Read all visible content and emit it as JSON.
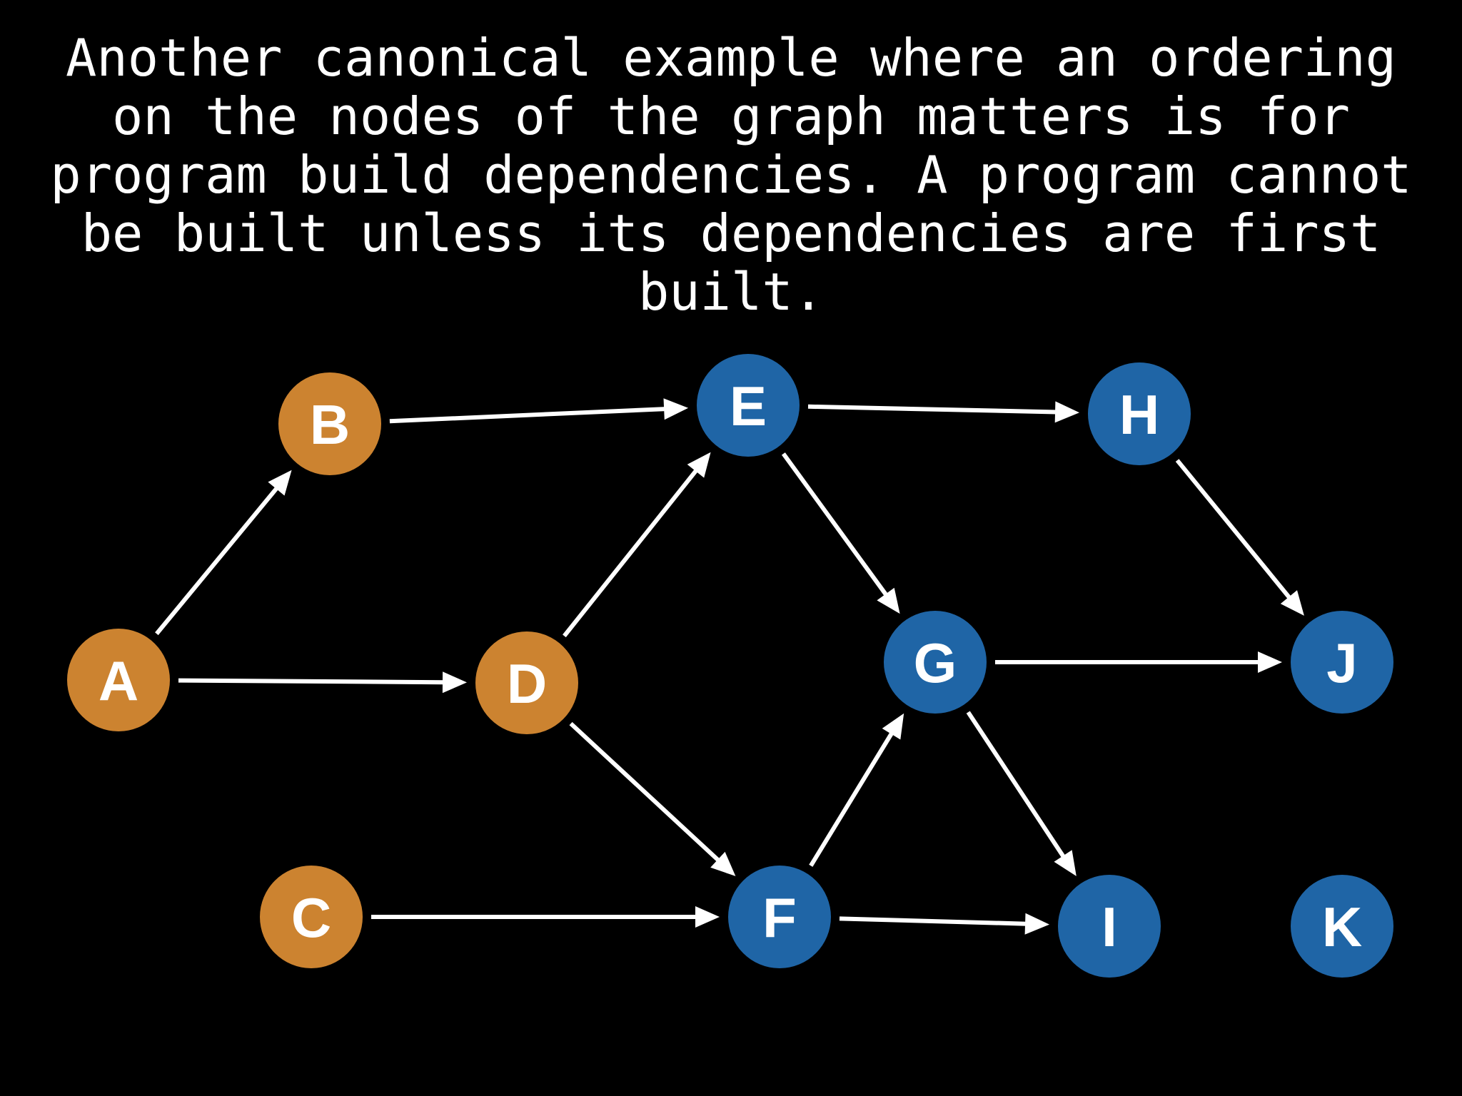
{
  "slide": {
    "caption": "Another canonical example where an ordering on the nodes of the graph matters is for program build dependencies. A program cannot be built unless its dependencies are first built."
  },
  "graph": {
    "colors": {
      "source": "#cc8330",
      "other": "#1f65a6",
      "edge": "#ffffff"
    },
    "nodes": [
      {
        "id": "A",
        "label": "A",
        "group": "source"
      },
      {
        "id": "B",
        "label": "B",
        "group": "source"
      },
      {
        "id": "C",
        "label": "C",
        "group": "source"
      },
      {
        "id": "D",
        "label": "D",
        "group": "source"
      },
      {
        "id": "E",
        "label": "E",
        "group": "other"
      },
      {
        "id": "F",
        "label": "F",
        "group": "other"
      },
      {
        "id": "G",
        "label": "G",
        "group": "other"
      },
      {
        "id": "H",
        "label": "H",
        "group": "other"
      },
      {
        "id": "I",
        "label": "I",
        "group": "other"
      },
      {
        "id": "J",
        "label": "J",
        "group": "other"
      },
      {
        "id": "K",
        "label": "K",
        "group": "other"
      }
    ],
    "edges": [
      {
        "from": "A",
        "to": "B"
      },
      {
        "from": "A",
        "to": "D"
      },
      {
        "from": "B",
        "to": "E"
      },
      {
        "from": "D",
        "to": "E"
      },
      {
        "from": "D",
        "to": "F"
      },
      {
        "from": "C",
        "to": "F"
      },
      {
        "from": "E",
        "to": "H"
      },
      {
        "from": "E",
        "to": "G"
      },
      {
        "from": "F",
        "to": "G"
      },
      {
        "from": "F",
        "to": "I"
      },
      {
        "from": "G",
        "to": "J"
      },
      {
        "from": "G",
        "to": "I"
      },
      {
        "from": "H",
        "to": "J"
      }
    ]
  }
}
